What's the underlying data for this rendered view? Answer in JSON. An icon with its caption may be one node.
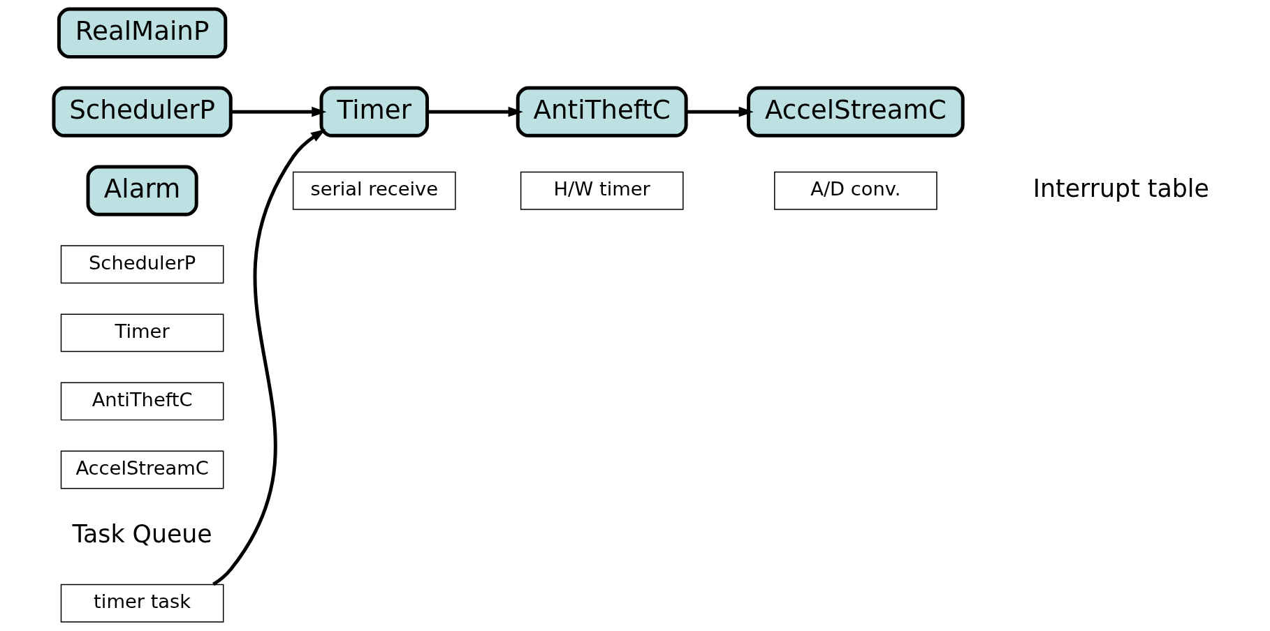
{
  "diagram": {
    "nodes": [
      {
        "text": [
          "RealMainP"
        ]
      },
      {
        "text": [
          "SchedulerP"
        ]
      },
      {
        "text": [
          "Timer"
        ]
      },
      {
        "text": [
          "AntiTheftC"
        ]
      },
      {
        "text": [
          "Alarm"
        ]
      },
      {
        "text": [
          "AccelStreamC"
        ]
      },
      {
        "text": [
          "SchedulerP"
        ]
      },
      {
        "text": [
          "Timer"
        ]
      },
      {
        "text": [
          "AntiTheftC"
        ]
      },
      {
        "text": [
          "AccelStreamC"
        ]
      },
      {
        "text": [
          "timer task"
        ]
      },
      {
        "text": [
          "serial receive"
        ]
      },
      {
        "text": [
          "H/W timer"
        ]
      },
      {
        "text": [
          "A/D conv."
        ]
      }
    ],
    "edges": [
      {
        "from": 1,
        "to": 2,
        "arrow": "to"
      },
      {
        "from": 2,
        "to": 3,
        "arrow": "to"
      },
      {
        "from": 3,
        "to": 5,
        "arrow": "to"
      },
      {
        "from": 10,
        "to": 2,
        "arrow": "to"
      }
    ],
    "labels": [
      "Task Queue",
      "Interrupt table"
    ]
  }
}
